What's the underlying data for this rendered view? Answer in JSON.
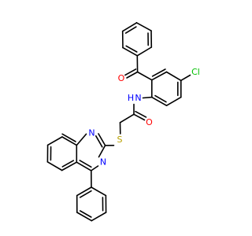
{
  "atoms": {
    "oxygen_ketone": {
      "label": "O",
      "color": "#ff0000"
    },
    "chlorine": {
      "label": "Cl",
      "color": "#00c000"
    },
    "nitrogen_amide": {
      "label": "N",
      "color": "#0000ff"
    },
    "hydrogen_amide": {
      "label": "H",
      "color": "#0000ff"
    },
    "oxygen_amide": {
      "label": "O",
      "color": "#ff0000"
    },
    "sulfur": {
      "label": "S",
      "color": "#b8a000"
    },
    "nitrogen_ring_1": {
      "label": "N",
      "color": "#0000ff"
    },
    "nitrogen_ring_3": {
      "label": "N",
      "color": "#0000ff"
    }
  }
}
